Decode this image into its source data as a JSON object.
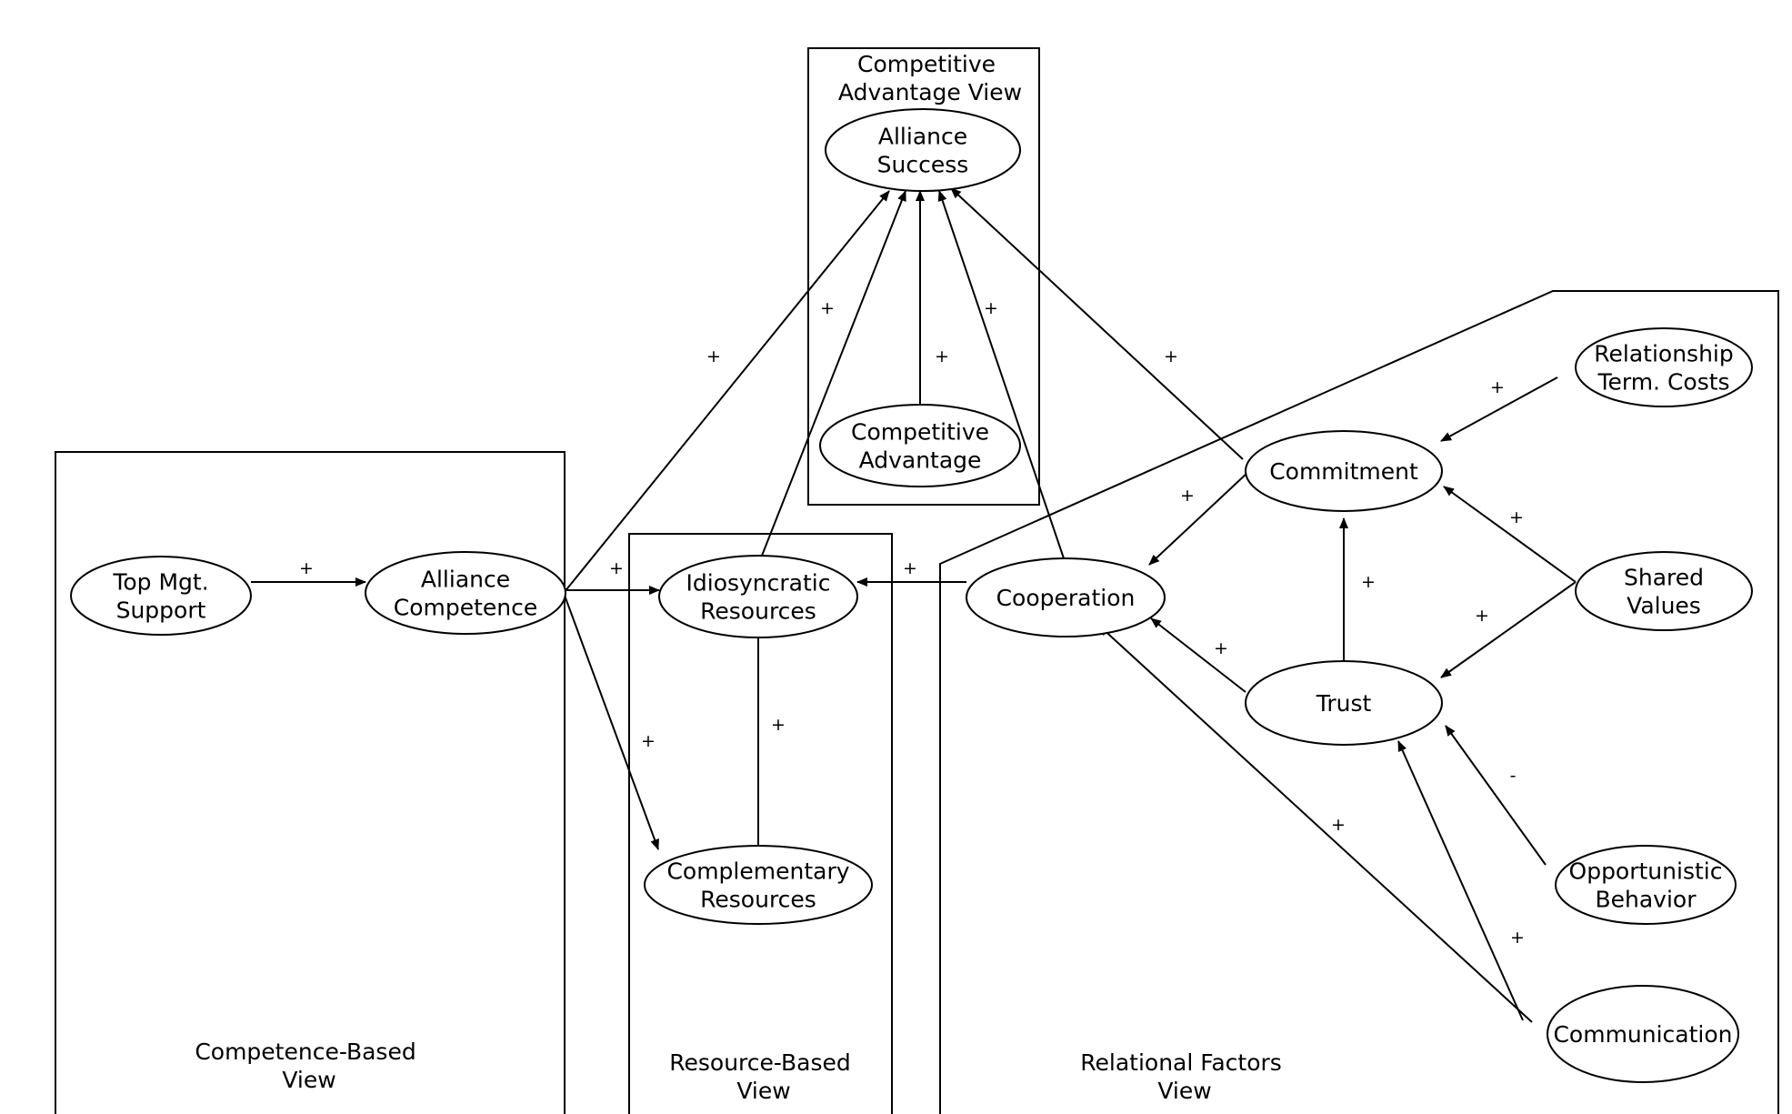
{
  "regions": {
    "competitive_advantage": {
      "label_lines": [
        "Competitive",
        "Advantage View"
      ]
    },
    "competence_based": {
      "label_lines": [
        "Competence-Based",
        "View"
      ]
    },
    "resource_based": {
      "label_lines": [
        "Resource-Based",
        "View"
      ]
    },
    "relational_factors": {
      "label_lines": [
        "Relational Factors",
        "View"
      ]
    }
  },
  "nodes": {
    "alliance_success": {
      "lines": [
        "Alliance",
        "Success"
      ]
    },
    "competitive_advantage": {
      "lines": [
        "Competitive",
        "Advantage"
      ]
    },
    "top_mgt_support": {
      "lines": [
        "Top Mgt.",
        "Support"
      ]
    },
    "alliance_competence": {
      "lines": [
        "Alliance",
        "Competence"
      ]
    },
    "idiosyncratic_resources": {
      "lines": [
        "Idiosyncratic",
        "Resources"
      ]
    },
    "complementary_resources": {
      "lines": [
        "Complementary",
        "Resources"
      ]
    },
    "cooperation": {
      "lines": [
        "Cooperation"
      ]
    },
    "commitment": {
      "lines": [
        "Commitment"
      ]
    },
    "trust": {
      "lines": [
        "Trust"
      ]
    },
    "relationship_term_costs": {
      "lines": [
        "Relationship",
        "Term. Costs"
      ]
    },
    "shared_values": {
      "lines": [
        "Shared",
        "Values"
      ]
    },
    "opportunistic_behavior": {
      "lines": [
        "Opportunistic",
        "Behavior"
      ]
    },
    "communication": {
      "lines": [
        "Communication"
      ]
    }
  },
  "edges": [
    {
      "from": "alliance_competence",
      "to": "alliance_success",
      "sign": "+"
    },
    {
      "from": "idiosyncratic_resources",
      "to": "alliance_success",
      "sign": "+"
    },
    {
      "from": "competitive_advantage",
      "to": "alliance_success",
      "sign": "+"
    },
    {
      "from": "cooperation",
      "to": "alliance_success",
      "sign": "+"
    },
    {
      "from": "commitment",
      "to": "alliance_success",
      "sign": "+"
    },
    {
      "from": "top_mgt_support",
      "to": "alliance_competence",
      "sign": "+"
    },
    {
      "from": "alliance_competence",
      "to": "idiosyncratic_resources",
      "sign": "+"
    },
    {
      "from": "alliance_competence",
      "to": "complementary_resources",
      "sign": "+"
    },
    {
      "from": "complementary_resources",
      "to": "idiosyncratic_resources",
      "sign": "+"
    },
    {
      "from": "cooperation",
      "to": "idiosyncratic_resources",
      "sign": "+"
    },
    {
      "from": "commitment",
      "to": "cooperation",
      "sign": "+"
    },
    {
      "from": "trust",
      "to": "cooperation",
      "sign": "+"
    },
    {
      "from": "communication",
      "to": "cooperation",
      "sign": "+"
    },
    {
      "from": "trust",
      "to": "commitment",
      "sign": "+"
    },
    {
      "from": "relationship_term_costs",
      "to": "commitment",
      "sign": "+"
    },
    {
      "from": "shared_values",
      "to": "commitment",
      "sign": "+"
    },
    {
      "from": "shared_values",
      "to": "trust",
      "sign": "+"
    },
    {
      "from": "opportunistic_behavior",
      "to": "trust",
      "sign": "-"
    },
    {
      "from": "communication",
      "to": "trust",
      "sign": "+"
    }
  ]
}
